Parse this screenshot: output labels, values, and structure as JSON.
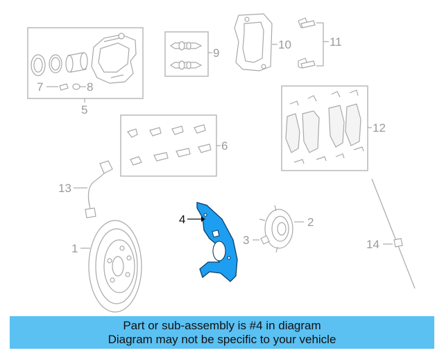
{
  "callouts": {
    "c1": "1",
    "c2": "2",
    "c3": "3",
    "c4": "4",
    "c5": "5",
    "c6": "6",
    "c7": "7",
    "c8": "8",
    "c9": "9",
    "c10": "10",
    "c11": "11",
    "c12": "12",
    "c13": "13",
    "c14": "14"
  },
  "highlighted_part": "4",
  "colors": {
    "highlight": "#1e9ef0",
    "banner": "#5bc0f2"
  },
  "banner": {
    "line1": "Part or sub-assembly is #4 in diagram",
    "line2": "Diagram may not be specific to your vehicle"
  }
}
